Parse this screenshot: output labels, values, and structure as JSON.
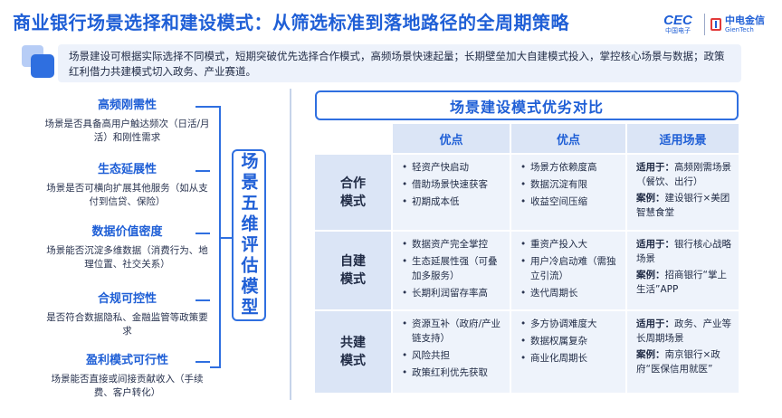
{
  "title": "商业银行场景选择和建设模式：从筛选标准到落地路径的全周期策略",
  "logo": {
    "cec_big": "CEC",
    "cec_small": "中国电子",
    "gt_zh": "中电金信",
    "gt_en": "GienTech"
  },
  "intro": "场景建设可根据实际选择不同模式，短期突破优先选择合作模式，高频场景快速起量；长期壁垒加大自建模式投入，掌控核心场景与数据；政策红利借力共建模式切入政务、产业赛道。",
  "model_label": "场景五维评估模型",
  "dimensions": [
    {
      "title": "高频刚需性",
      "desc": "场景是否具备高用户触达频次（日活/月活）和刚性需求"
    },
    {
      "title": "生态延展性",
      "desc": "场景是否可横向扩展其他服务（如从支付到信贷、保险）"
    },
    {
      "title": "数据价值密度",
      "desc": "场景能否沉淀多维数据（消费行为、地理位置、社交关系）"
    },
    {
      "title": "合规可控性",
      "desc": "是否符合数据隐私、金融监管等政策要求"
    },
    {
      "title": "盈利模式可行性",
      "desc": "场景能否直接或间接贡献收入（手续费、客户转化）"
    }
  ],
  "comparison": {
    "title": "场景建设模式优劣对比",
    "headers": [
      "优点",
      "优点",
      "适用场景"
    ],
    "rows": [
      {
        "label": "合作模式",
        "col1": [
          "轻资产快启动",
          "借助场景快速获客",
          "初期成本低"
        ],
        "col2": [
          "场景方依赖度高",
          "数据沉淀有限",
          "收益空间压缩"
        ],
        "fit_key": "适用于：",
        "fit_val": "高频刚需场景（餐饮、出行）",
        "case_key": "案例：",
        "case_val": "建设银行×美团智慧食堂"
      },
      {
        "label": "自建模式",
        "col1": [
          "数据资产完全掌控",
          "生态延展性强（可叠加多服务）",
          "长期利润留存率高"
        ],
        "col2": [
          "重资产投入大",
          "用户冷启动难（需独立引流）",
          "迭代周期长"
        ],
        "fit_key": "适用于：",
        "fit_val": "银行核心战略场景",
        "case_key": "案例：",
        "case_val": "招商银行“掌上生活”APP"
      },
      {
        "label": "共建模式",
        "col1": [
          "资源互补（政府/产业链支持）",
          "风险共担",
          "政策红利优先获取"
        ],
        "col2": [
          "多方协调难度大",
          "数据权属复杂",
          "商业化周期长"
        ],
        "fit_key": "适用于：",
        "fit_val": "政务、产业等长周期场景",
        "case_key": "案例：",
        "case_val": "南京银行×政府“医保信用就医”"
      }
    ]
  },
  "colors": {
    "accent": "#1f5fd6",
    "accent_line": "#2f6fe0",
    "header_bg": "#dbe5f6",
    "cell_bg": "#eef3fb",
    "intro_bg": "#edf2fb"
  }
}
